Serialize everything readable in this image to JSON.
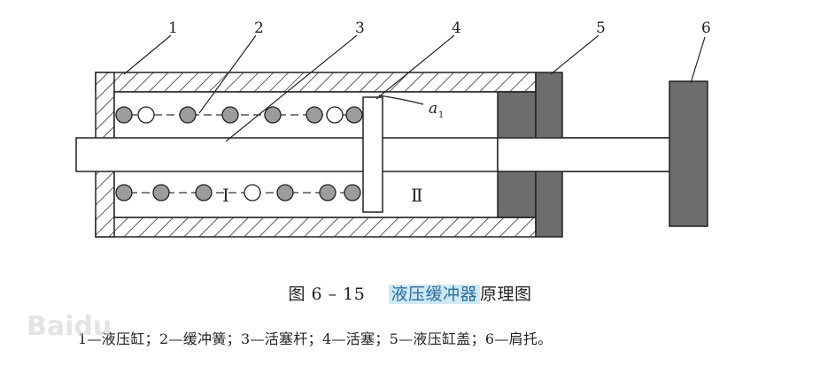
{
  "diagram": {
    "callouts": [
      "1",
      "2",
      "3",
      "4",
      "5",
      "6"
    ],
    "clearance_label": "a",
    "clearance_subscript": "1",
    "chamber_labels": [
      "Ⅰ",
      "Ⅱ"
    ]
  },
  "caption": {
    "figure_no": "图 6 – 15",
    "title_highlight": "液压缓冲器",
    "title_rest": "原理图"
  },
  "legend": {
    "text": "1—液压缸；2—缓冲簧；3—活塞杆；4—活塞；5—液压缸盖；6—肩托。"
  },
  "watermark": {
    "text": "Baidu"
  }
}
